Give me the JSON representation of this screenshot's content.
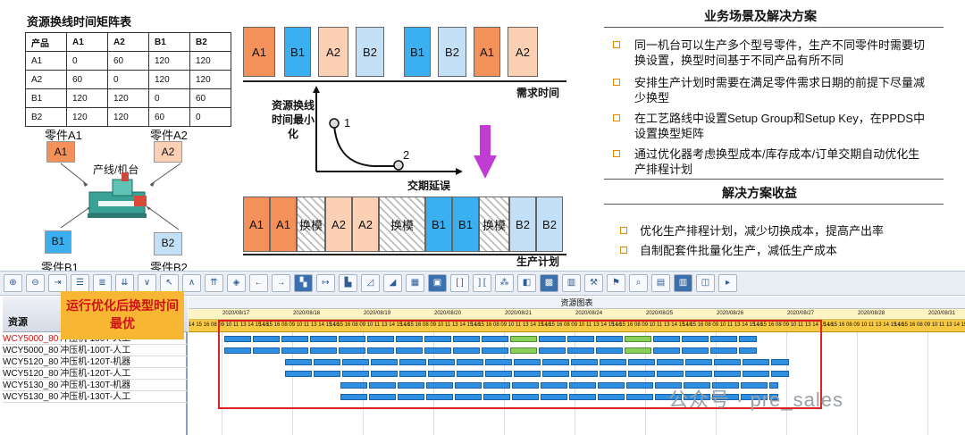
{
  "matrix": {
    "title": "资源换线时间矩阵表",
    "header": [
      "产品",
      "A1",
      "A2",
      "B1",
      "B2"
    ],
    "rows": [
      [
        "A1",
        "0",
        "60",
        "120",
        "120"
      ],
      [
        "A2",
        "60",
        "0",
        "120",
        "120"
      ],
      [
        "B1",
        "120",
        "120",
        "0",
        "60"
      ],
      [
        "B2",
        "120",
        "120",
        "60",
        "0"
      ]
    ]
  },
  "machine": {
    "part_a1_label": "零件A1",
    "part_a2_label": "零件A2",
    "part_b1_label": "零件B1",
    "part_b2_label": "零件B2",
    "a1": "A1",
    "a2": "A2",
    "b1": "B1",
    "b2": "B2",
    "center_label": "产线/机台"
  },
  "demand_sequence": {
    "items": [
      "A1",
      "B1",
      "A2",
      "B2",
      "B1",
      "B2",
      "A1",
      "A2"
    ],
    "axis_label": "需求时间"
  },
  "tradeoff": {
    "ylabel": "资源换线时间最小化",
    "xlabel": "交期延误",
    "point1": "1",
    "point2": "2"
  },
  "production_sequence": {
    "items": [
      "A1",
      "A1",
      "换模",
      "A2",
      "A2",
      "换模",
      "B1",
      "B1",
      "换模",
      "B2",
      "B2"
    ],
    "axis_label": "生产计划"
  },
  "right_panel": {
    "title": "业务场景及解决方案",
    "points": [
      "同一机台可以生产多个型号零件，生产不同零件时需要切换设置，换型时间基于不同产品有所不同",
      "安排生产计划时需要在满足零件需求日期的前提下尽量减少换型",
      "在工艺路线中设置Setup Group和Setup Key，在PPDS中设置换型矩阵",
      "通过优化器考虑换型成本/库存成本/订单交期自动优化生产排程计划"
    ],
    "benefits_title": "解决方案收益",
    "benefits": [
      "优化生产排程计划，减少切换成本，提高产出率",
      "自制配套件批量化生产，减低生产成本"
    ]
  },
  "gantt": {
    "chart_title": "资源图表",
    "resource_header": "资源",
    "dates": [
      "2020/08/17",
      "2020/08/18",
      "2020/08/19",
      "2020/08/20",
      "2020/08/21",
      "2020/08/24",
      "2020/08/25",
      "2020/08/26",
      "2020/08/27",
      "2020/08/28",
      "2020/08/31"
    ],
    "hours": "14 15 16 08 09 10 11 13 14 15 16",
    "rows": [
      {
        "id": "WCY5000_80",
        "desc": "冲压机-100T-人工",
        "highlight": true
      },
      {
        "id": "WCY5000_80",
        "desc": "冲压机-100T-人工",
        "highlight": false
      },
      {
        "id": "WCY5120_80",
        "desc": "冲压机-120T-机器",
        "highlight": false
      },
      {
        "id": "WCY5120_80",
        "desc": "冲压机-120T-人工",
        "highlight": false
      },
      {
        "id": "WCY5130_80",
        "desc": "冲压机-130T-机器",
        "highlight": false
      },
      {
        "id": "WCY5130_80",
        "desc": "冲压机-130T-人工",
        "highlight": false
      }
    ],
    "callout": "运行优化后换型时间最优",
    "watermark": "公众号 · pre_sales"
  },
  "colors": {
    "orange": "#f4915a",
    "peach": "#fcd0b4",
    "blue": "#3ab0f0",
    "light_blue": "#c4e0f6",
    "highlight_red": "#e02020",
    "callout_bg": "#f7b733",
    "callout_text": "#d0101a",
    "arrow_magenta": "#c13cd3"
  }
}
